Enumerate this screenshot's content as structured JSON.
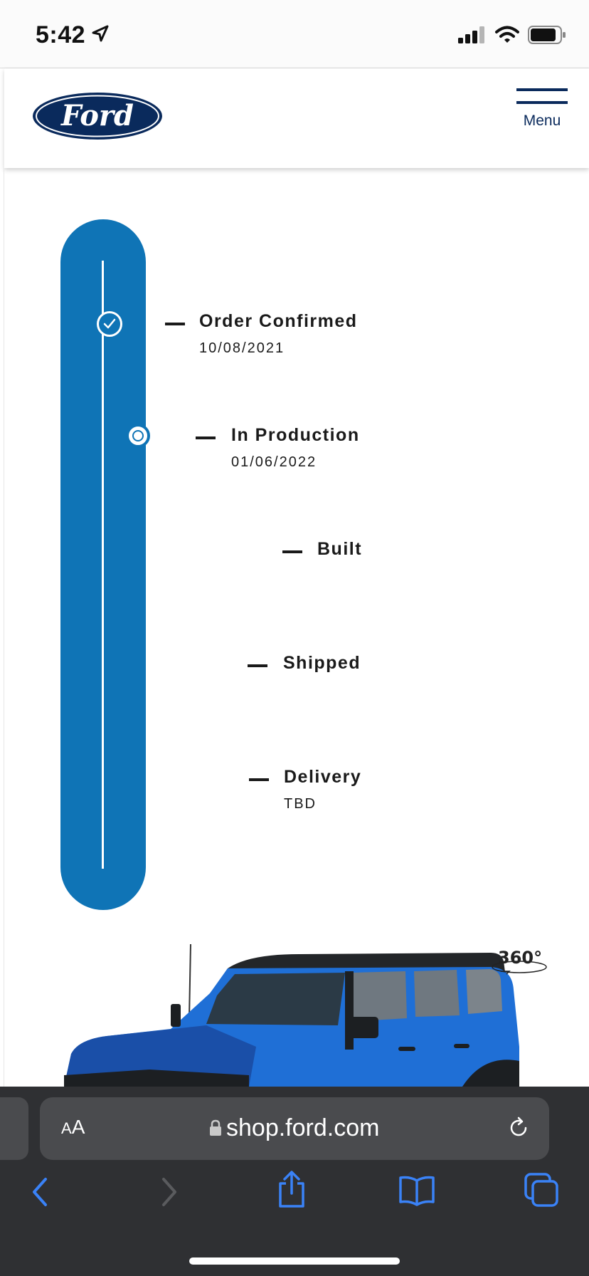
{
  "status_bar": {
    "time": "5:42",
    "icons": [
      "location-arrow-icon",
      "cellular-signal-icon",
      "wifi-icon",
      "battery-icon"
    ]
  },
  "header": {
    "logo_text": "Ford",
    "menu_label": "Menu",
    "brand_color": "#0a2a5c"
  },
  "timeline": {
    "accent_color": "#0f74b6",
    "steps": [
      {
        "label": "Order Confirmed",
        "date": "10/08/2021",
        "state": "complete"
      },
      {
        "label": "In Production",
        "date": "01/06/2022",
        "state": "current"
      },
      {
        "label": "Built",
        "date": "",
        "state": "pending"
      },
      {
        "label": "Shipped",
        "date": "",
        "state": "pending"
      },
      {
        "label": "Delivery",
        "date": "TBD",
        "state": "pending"
      }
    ]
  },
  "vehicle": {
    "badge": "360°",
    "color": "#1f6fd6"
  },
  "browser": {
    "text_size_label_small": "A",
    "text_size_label_large": "A",
    "url": "shop.ford.com",
    "nav_icons": [
      "back-icon",
      "forward-icon",
      "share-icon",
      "bookmarks-icon",
      "tabs-icon"
    ]
  }
}
